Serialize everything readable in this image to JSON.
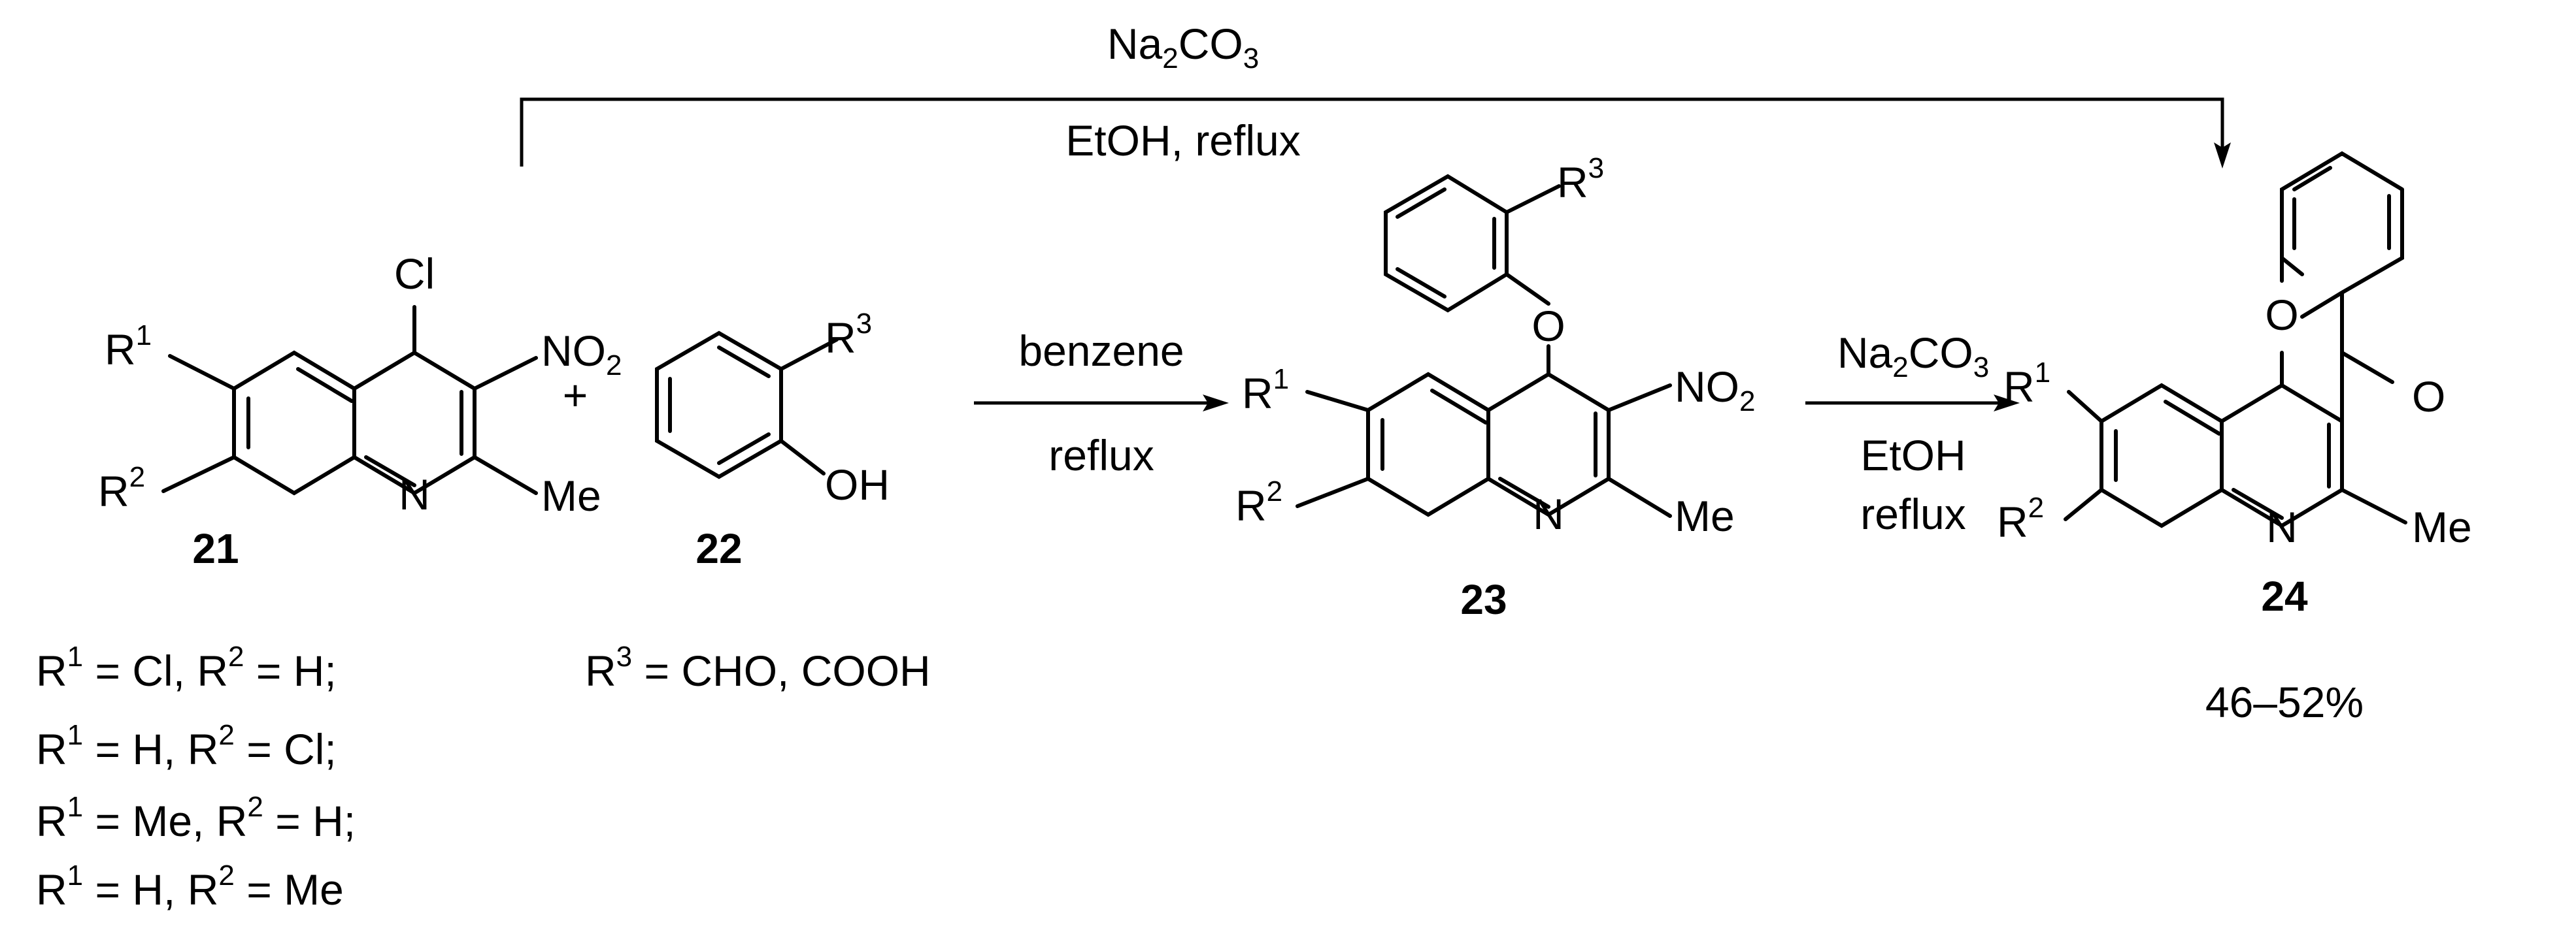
{
  "scheme": {
    "compounds": [
      {
        "id": "21",
        "atoms": {
          "cl": "Cl",
          "no2": "NO",
          "no2_sub": "2",
          "n": "N",
          "me": "Me",
          "r1": "R",
          "r1_sup": "1",
          "r2": "R",
          "r2_sup": "2"
        }
      },
      {
        "id": "22",
        "atoms": {
          "r3": "R",
          "r3_sup": "3",
          "oh": "OH"
        }
      },
      {
        "id": "23",
        "atoms": {
          "r3": "R",
          "r3_sup": "3",
          "o": "O",
          "no2": "NO",
          "no2_sub": "2",
          "n": "N",
          "me": "Me",
          "r1": "R",
          "r1_sup": "1",
          "r2": "R",
          "r2_sup": "2"
        }
      },
      {
        "id": "24",
        "atoms": {
          "o_ring": "O",
          "o_keto": "O",
          "n": "N",
          "me": "Me",
          "r1": "R",
          "r1_sup": "1",
          "r2": "R",
          "r2_sup": "2"
        },
        "yield": "46–52%"
      }
    ],
    "plus": "+",
    "conditions": {
      "top": {
        "reagent": "Na",
        "reagent_sub": "2",
        "reagent_rest": "CO",
        "reagent_sub2": "3",
        "solvent": "EtOH, reflux"
      },
      "step1": {
        "above": "benzene",
        "below": "reflux"
      },
      "step2": {
        "reagent": "Na",
        "reagent_sub": "2",
        "reagent_rest": "CO",
        "reagent_sub2": "3",
        "line2": "EtOH",
        "line3": "reflux"
      }
    },
    "substituents_21": [
      {
        "a": "R",
        "a_sup": "1",
        "a_val": " = Cl, ",
        "b": "R",
        "b_sup": "2",
        "b_val": " = H;"
      },
      {
        "a": "R",
        "a_sup": "1",
        "a_val": " = H, ",
        "b": "R",
        "b_sup": "2",
        "b_val": " = Cl;"
      },
      {
        "a": "R",
        "a_sup": "1",
        "a_val": " = Me, ",
        "b": "R",
        "b_sup": "2",
        "b_val": " = H;"
      },
      {
        "a": "R",
        "a_sup": "1",
        "a_val": " = H, ",
        "b": "R",
        "b_sup": "2",
        "b_val": " = Me"
      }
    ],
    "substituents_22": {
      "a": "R",
      "a_sup": "3",
      "a_val": " = CHO, COOH"
    }
  }
}
